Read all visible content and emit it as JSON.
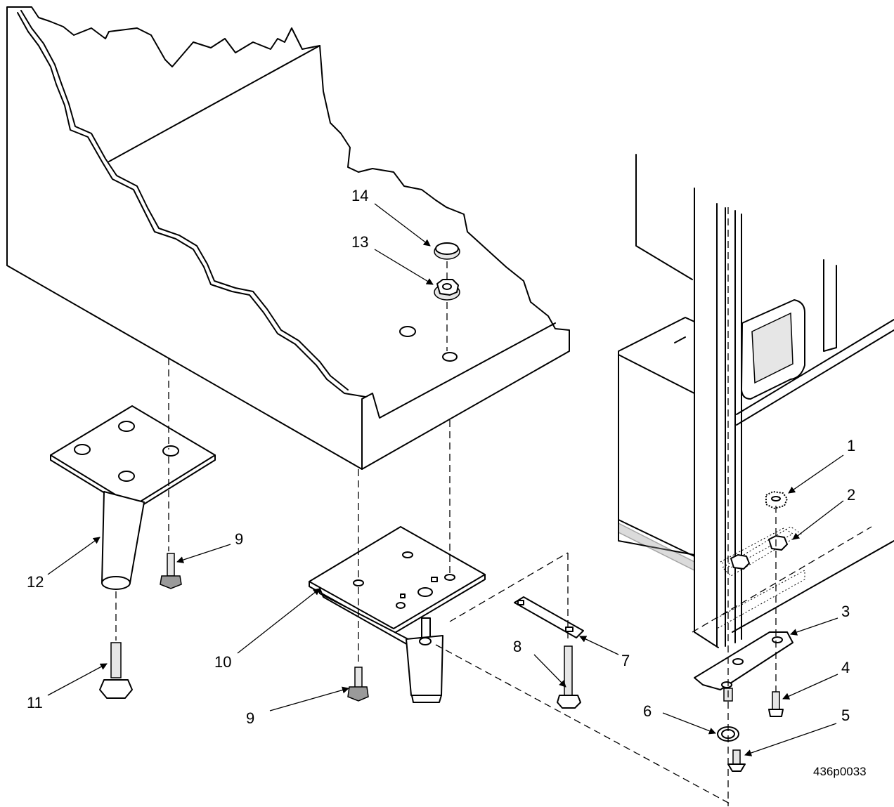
{
  "figure": {
    "reference": "436p0033"
  },
  "callouts": {
    "c1": "1",
    "c2": "2",
    "c3": "3",
    "c4": "4",
    "c5": "5",
    "c6": "6",
    "c7": "7",
    "c8": "8",
    "c9a": "9",
    "c9b": "9",
    "c10": "10",
    "c11": "11",
    "c12": "12",
    "c13": "13",
    "c14": "14"
  }
}
